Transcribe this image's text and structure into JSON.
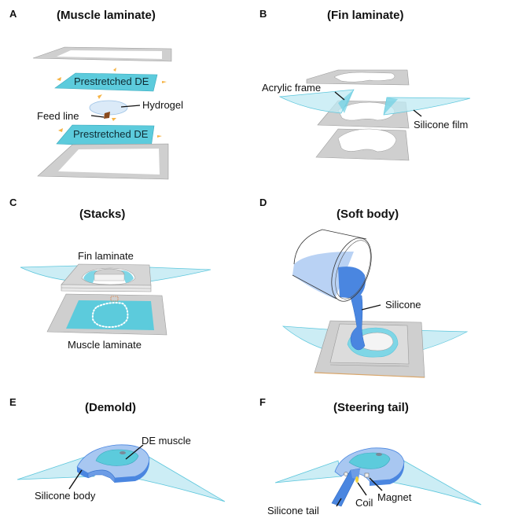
{
  "figure": {
    "panels": [
      {
        "letter": "A",
        "title": "(Muscle laminate)",
        "labels": {
          "de_top": "Prestretched DE",
          "de_bottom": "Prestretched DE",
          "hydrogel": "Hydrogel",
          "feed_line": "Feed line"
        }
      },
      {
        "letter": "B",
        "title": "(Fin laminate)",
        "labels": {
          "acrylic_frame": "Acrylic frame",
          "silicone_film": "Silicone film"
        }
      },
      {
        "letter": "C",
        "title": "(Stacks)",
        "labels": {
          "fin_laminate": "Fin laminate",
          "muscle_laminate": "Muscle laminate"
        }
      },
      {
        "letter": "D",
        "title": "(Soft body)",
        "labels": {
          "silicone": "Silicone"
        }
      },
      {
        "letter": "E",
        "title": "(Demold)",
        "labels": {
          "de_muscle": "DE muscle",
          "silicone_body": "Silicone body"
        }
      },
      {
        "letter": "F",
        "title": "(Steering tail)",
        "labels": {
          "silicone_tail": "Silicone tail",
          "coil": "Coil",
          "magnet": "Magnet"
        }
      }
    ],
    "colors": {
      "frame_gray": "#c8c8c8",
      "de_cyan": "#5ccbdc",
      "fin_film": "#bfe9f3",
      "silicone_blue": "#4a86e0",
      "hydrogel": "#dbeaf8",
      "feed_line": "#8a4a1c",
      "arrow_orange": "#f6b446",
      "coil_yellow": "#f2d33b"
    }
  }
}
